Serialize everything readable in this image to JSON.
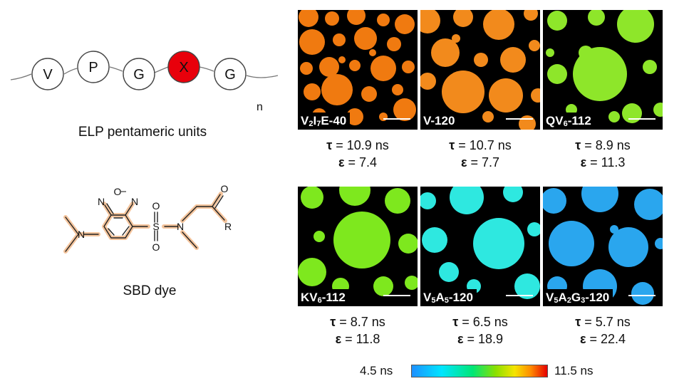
{
  "elp": {
    "residues": [
      "V",
      "P",
      "G",
      "X",
      "G"
    ],
    "highlight_color": "#e8000b",
    "repeat_label": "n",
    "caption": "ELP pentameric units"
  },
  "dye": {
    "caption": "SBD dye",
    "structure_color": "#f4c49c",
    "atom_labels": {
      "O_ring": "O",
      "N_ring_left": "N",
      "N_ring_right": "N",
      "N_amine": "N",
      "S": "S",
      "O_sulfonyl_top": "O",
      "O_sulfonyl_bottom": "O",
      "N_sulfonamide": "N",
      "O_carbonyl": "O",
      "R": "R"
    }
  },
  "panels": [
    {
      "name": "V2I7E-40",
      "label": [
        [
          "V",
          ""
        ],
        [
          "2",
          "sub"
        ],
        [
          "I",
          ""
        ],
        [
          "7",
          "sub"
        ],
        [
          "E-40",
          ""
        ]
      ],
      "tau": "= 10.9 ns",
      "eps": "= 7.4",
      "color": "#f07a10"
    },
    {
      "name": "V-120",
      "label": [
        [
          "V-120",
          ""
        ]
      ],
      "tau": "= 10.7 ns",
      "eps": "= 7.7",
      "color": "#f28a1c"
    },
    {
      "name": "QV6-112",
      "label": [
        [
          "QV",
          ""
        ],
        [
          "6",
          "sub"
        ],
        [
          "-112",
          ""
        ]
      ],
      "tau": "= 8.9 ns",
      "eps": "= 11.3",
      "color": "#8ee62a"
    },
    {
      "name": "KV6-112",
      "label": [
        [
          "KV",
          ""
        ],
        [
          "6",
          "sub"
        ],
        [
          "-112",
          ""
        ]
      ],
      "tau": "= 8.7 ns",
      "eps": "= 11.8",
      "color": "#7ee81e"
    },
    {
      "name": "V5A5-120",
      "label": [
        [
          "V",
          ""
        ],
        [
          "5",
          "sub"
        ],
        [
          "A",
          ""
        ],
        [
          "5",
          "sub"
        ],
        [
          "-120",
          ""
        ]
      ],
      "tau": "= 6.5 ns",
      "eps": "= 18.9",
      "color": "#2ee8e0"
    },
    {
      "name": "V5A2G3-120",
      "label": [
        [
          "V",
          ""
        ],
        [
          "5",
          "sub"
        ],
        [
          "A",
          ""
        ],
        [
          "2",
          "sub"
        ],
        [
          "G",
          ""
        ],
        [
          "3",
          "sub"
        ],
        [
          "-120",
          ""
        ]
      ],
      "tau": "= 5.7 ns",
      "eps": "= 22.4",
      "color": "#2aa6ee"
    }
  ],
  "symbols": {
    "tau": "τ",
    "eps": "ε"
  },
  "colorbar": {
    "low": "4.5 ns",
    "high": "11.5 ns"
  }
}
